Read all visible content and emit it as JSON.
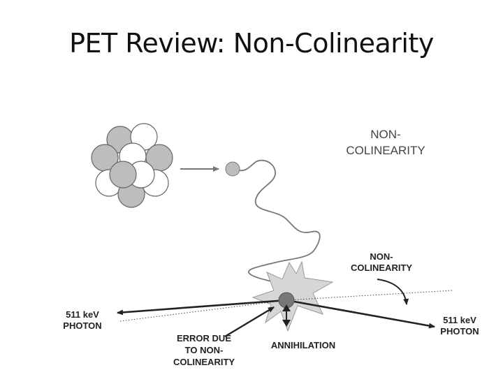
{
  "slide": {
    "title": "PET Review: Non-Colinearity"
  },
  "diagram": {
    "label_top_line1": "NON-",
    "label_top_line2": "COLINEARITY",
    "label_mid_line1": "NON-",
    "label_mid_line2": "COLINEARITY",
    "left_photon_line1": "511 keV",
    "left_photon_line2": "PHOTON",
    "right_photon_line1": "511 keV",
    "right_photon_line2": "PHOTON",
    "error_line1": "ERROR DUE",
    "error_line2": "TO NON-",
    "error_line3": "COLINEARITY",
    "annihilation": "ANNIHILATION"
  },
  "colors": {
    "nucleon_gray": "#bdbdbd",
    "nucleon_white": "#ffffff",
    "stroke": "#555555",
    "starburst": "#d6d6d6"
  }
}
